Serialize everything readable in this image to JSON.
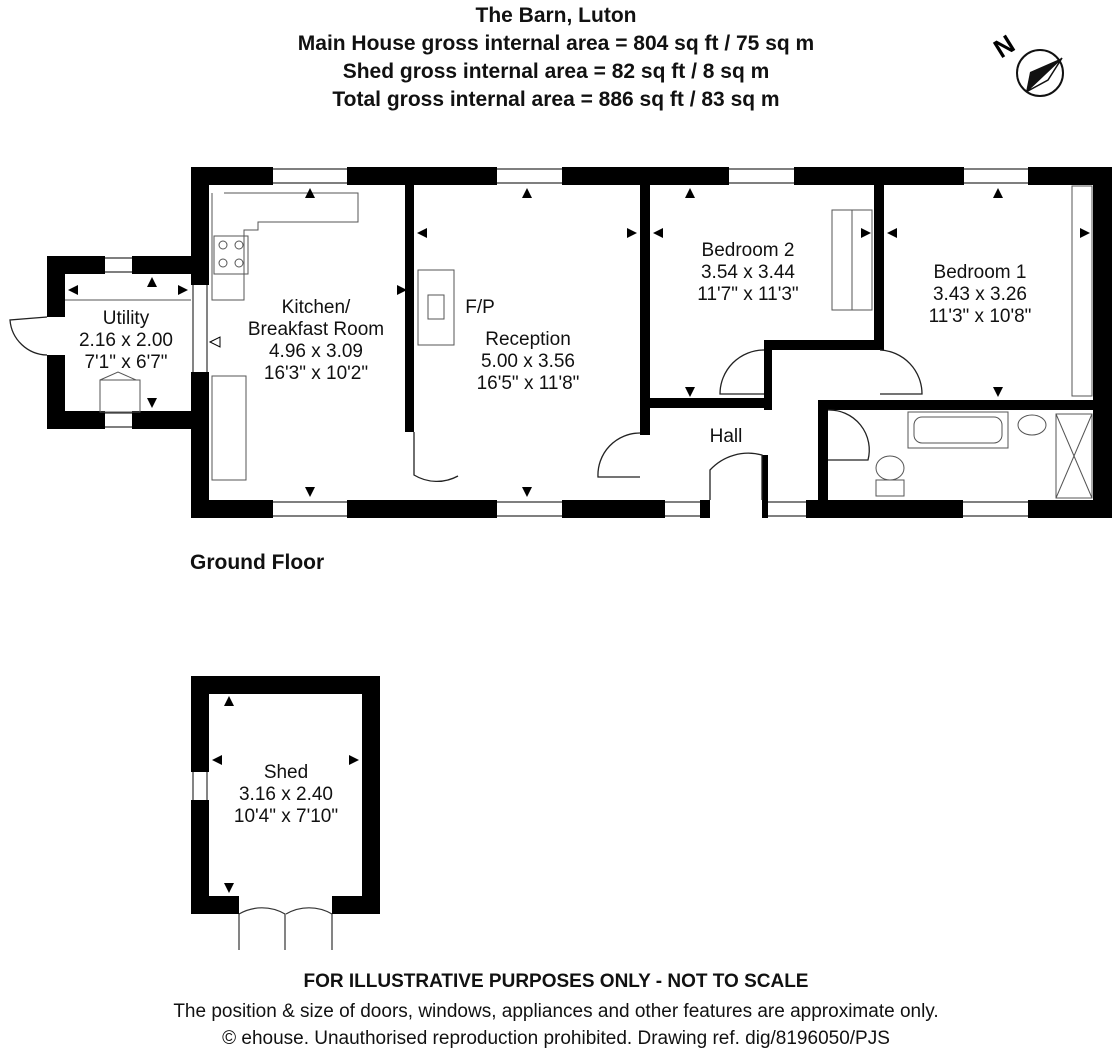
{
  "title": {
    "line1": "The Barn, Luton",
    "line2": "Main House gross internal area = 804 sq ft / 75 sq m",
    "line3": "Shed gross internal area = 82 sq ft / 8 sq m",
    "line4": "Total gross internal area = 886 sq ft / 83 sq m"
  },
  "floor_label": "Ground Floor",
  "rooms": {
    "utility": {
      "name": "Utility",
      "metric": "2.16 x 2.00",
      "imperial": "7'1\" x 6'7\""
    },
    "kitchen": {
      "name1": "Kitchen/",
      "name2": "Breakfast Room",
      "metric": "4.96 x 3.09",
      "imperial": "16'3\" x 10'2\""
    },
    "reception": {
      "name": "Reception",
      "metric": "5.00 x 3.56",
      "imperial": "16'5\" x 11'8\""
    },
    "fp": "F/P",
    "bedroom2": {
      "name": "Bedroom 2",
      "metric": "3.54 x 3.44",
      "imperial": "11'7\" x 11'3\""
    },
    "bedroom1": {
      "name": "Bedroom 1",
      "metric": "3.43 x 3.26",
      "imperial": "11'3\" x 10'8\""
    },
    "hall": {
      "name": "Hall"
    },
    "shed": {
      "name": "Shed",
      "metric": "3.16 x 2.40",
      "imperial": "10'4\" x 7'10\""
    }
  },
  "compass": {
    "label": "N"
  },
  "footer": {
    "line1": "FOR ILLUSTRATIVE PURPOSES ONLY - NOT TO SCALE",
    "line2": "The position & size of doors, windows, appliances and other features are approximate only.",
    "line3": "© ehouse. Unauthorised reproduction prohibited. Drawing ref. dig/8196050/PJS"
  },
  "colors": {
    "wall": "#000000",
    "background": "#ffffff",
    "fixture": "#666666"
  }
}
